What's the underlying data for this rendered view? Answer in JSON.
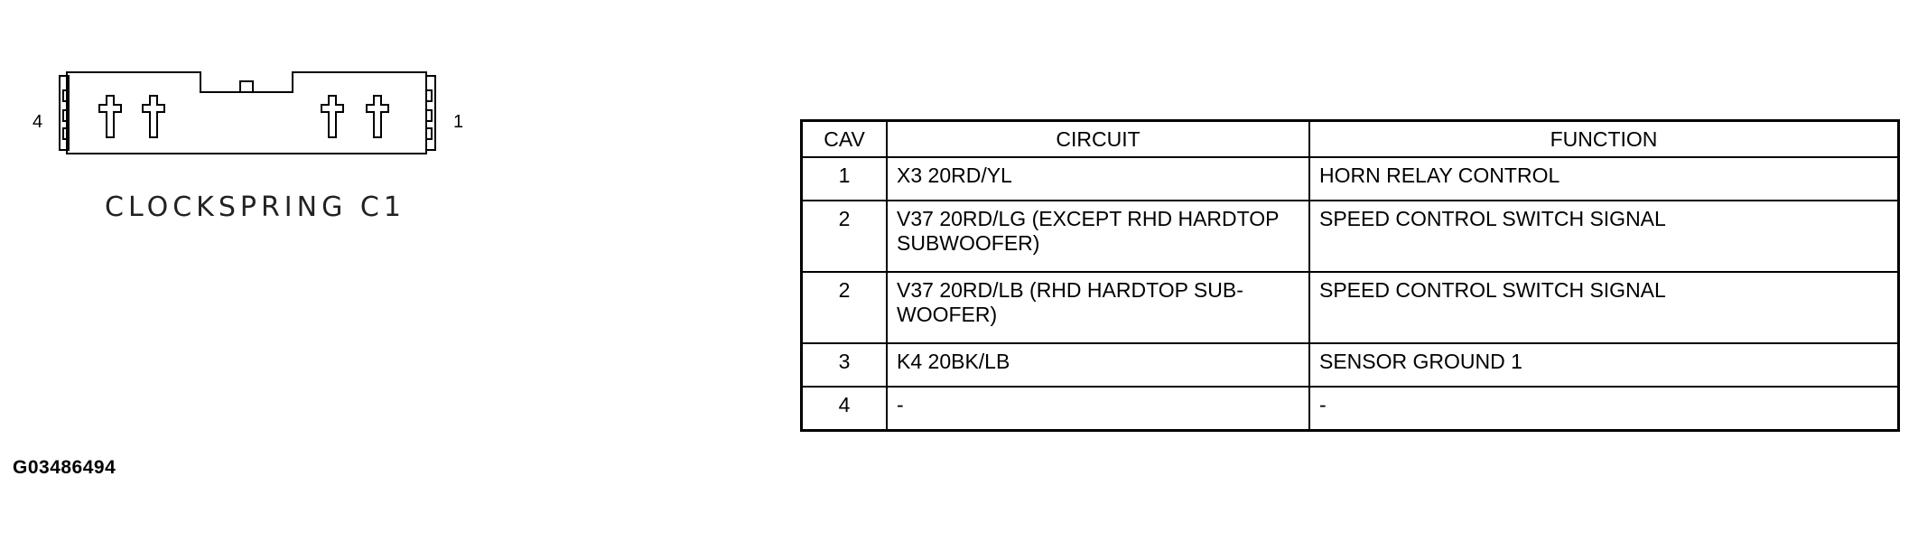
{
  "connector": {
    "name": "CLOCKSPRING C1",
    "pin_left_label": "4",
    "pin_right_label": "1"
  },
  "figure_id": "G03486494",
  "pinout_table": {
    "headers": {
      "cav": "CAV",
      "circuit": "CIRCUIT",
      "function": "FUNCTION"
    },
    "rows": [
      {
        "cav": "1",
        "circuit": "X3 20RD/YL",
        "function": "HORN RELAY CONTROL"
      },
      {
        "cav": "2",
        "circuit": "V37 20RD/LG (EXCEPT RHD HARDTOP SUBWOOFER)",
        "function": "SPEED CONTROL SWITCH SIGNAL"
      },
      {
        "cav": "2",
        "circuit": "V37 20RD/LB (RHD HARDTOP SUB-WOOFER)",
        "function": "SPEED CONTROL SWITCH SIGNAL"
      },
      {
        "cav": "3",
        "circuit": "K4 20BK/LB",
        "function": "SENSOR GROUND 1"
      },
      {
        "cav": "4",
        "circuit": "-",
        "function": "-"
      }
    ]
  }
}
